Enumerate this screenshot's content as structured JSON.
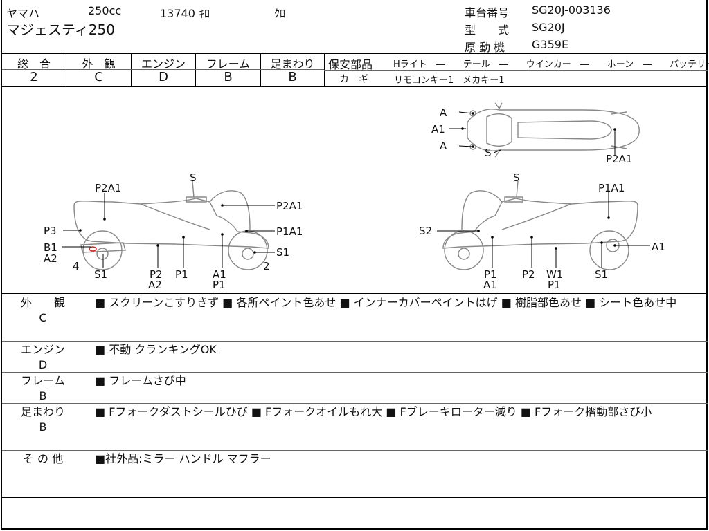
{
  "header": {
    "maker": "ヤマハ",
    "displacement": "250cc",
    "mileage": "13740 ｷﾛ",
    "color": "ｸﾛ",
    "model_name": "マジェスティ250",
    "frame_number_label": "車台番号",
    "frame_number": "SG20J-003136",
    "model_code_label": "型　　式",
    "model_code": "SG20J",
    "engine_label": "原 動 機",
    "engine_code": "G359E"
  },
  "grades": [
    {
      "label": "総　合",
      "value": "2"
    },
    {
      "label": "外　観",
      "value": "C"
    },
    {
      "label": "エンジン",
      "value": "D"
    },
    {
      "label": "フレーム",
      "value": "B"
    },
    {
      "label": "足まわり",
      "value": "B"
    }
  ],
  "safety": {
    "label": "保安部品",
    "items": "Hライト　―　　テール　―　　ウインカー　―　　ホーン　―　　バッテリー　×",
    "keys_label": "カ　ギ",
    "keys_value": "リモコンキー1　メカキー1"
  },
  "diagram_labels": {
    "top": {
      "a_upper": "A",
      "a1": "A1",
      "a_lower": "A",
      "s": "S",
      "p2a1": "P2A1"
    },
    "left": {
      "s_top": "S",
      "p2a1_top": "P2A1",
      "p2a1_right": "P2A1",
      "p3": "P3",
      "p1a1": "P1A1",
      "b1": "B1",
      "a2": "A2",
      "s1_right": "S1",
      "four": "4",
      "two": "2",
      "s1_bottom": "S1",
      "p2": "P2",
      "a2_bottom": "A2",
      "p1": "P1",
      "a1": "A1",
      "p1_bottom": "P1"
    },
    "right": {
      "s_top": "S",
      "p1a1": "P1A1",
      "s2": "S2",
      "a1_right": "A1",
      "p1": "P1",
      "a1": "A1",
      "p2": "P2",
      "w1": "W1",
      "p1_bottom": "P1",
      "s1": "S1"
    }
  },
  "notes": [
    {
      "label": "外　　観",
      "grade": "C",
      "text": "■ スクリーンこすりきず ■ 各所ペイント色あせ ■ インナーカバーペイントはげ ■ 樹脂部色あせ ■ シート色あせ中"
    },
    {
      "label": "エンジン",
      "grade": "D",
      "text": "■ 不動 クランキングOK"
    },
    {
      "label": "フレーム",
      "grade": "B",
      "text": "■ フレームさび中"
    },
    {
      "label": "足まわり",
      "grade": "B",
      "text": "■ Fフォークダストシールひび ■ Fフォークオイルもれ大 ■ Fブレーキローター減り ■ Fフォーク摺動部さび小"
    },
    {
      "label": "そ の 他",
      "grade": "",
      "text": "■社外品:ミラー ハンドル マフラー"
    }
  ]
}
